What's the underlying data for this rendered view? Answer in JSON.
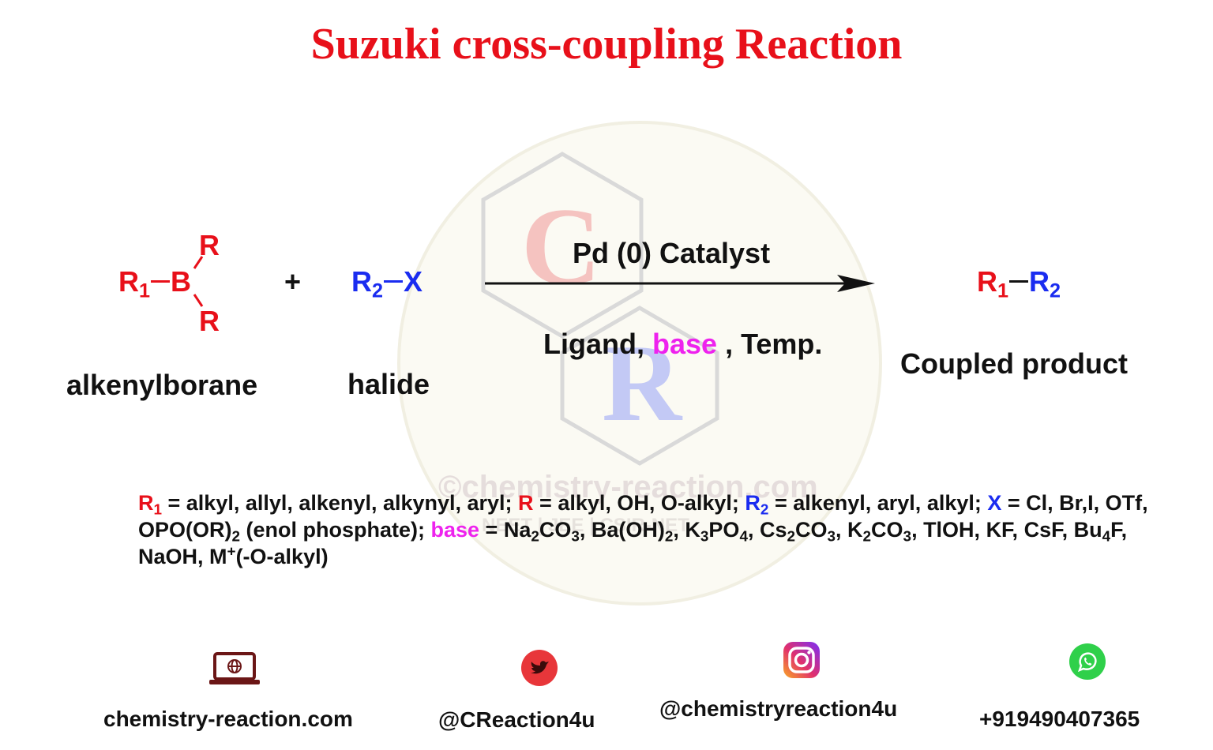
{
  "title": "Suzuki cross-coupling Reaction",
  "reactant1": {
    "r1": "R",
    "r1_sub": "1",
    "boron": "B",
    "r_top": "R",
    "r_bottom": "R",
    "label": "alkenylborane"
  },
  "plus": "+",
  "reactant2": {
    "r2": "R",
    "r2_sub": "2",
    "x": "X",
    "label": "halide"
  },
  "conditions": {
    "above": "Pd (0) Catalyst",
    "below_prefix": "Ligand, ",
    "below_base": "base",
    "below_suffix": " , Temp."
  },
  "product": {
    "r1": "R",
    "r1_sub": "1",
    "r2": "R",
    "r2_sub": "2",
    "label": "Coupled product"
  },
  "definitions": {
    "r1": "R",
    "r1_sub": "1",
    "r1_text": " = alkyl, allyl, alkenyl, alkynyl, aryl; ",
    "r": "R",
    "r_text": " = alkyl, OH, O-alkyl; ",
    "r2": "R",
    "r2_sub": "2",
    "r2_text": " = alkenyl, aryl, alkyl; ",
    "x": "X",
    "x_text_1": " = Cl, Br,I, OTf, OPO(OR)",
    "x_sub": "2",
    "x_text_2": " (enol phosphate); ",
    "base": "base",
    "base_text_1": " = Na",
    "na_sub": "2",
    "base_text_2": "CO",
    "co_sub_1": "3",
    "base_text_3": ", Ba(OH)",
    "ba_sub": "2",
    "base_text_4": ", K",
    "k_sub": "3",
    "base_text_5": "PO",
    "po_sub": "4",
    "base_text_6": ", Cs",
    "cs_sub": "2",
    "base_text_7": "CO",
    "co_sub_2": "3",
    "base_text_8": ", K",
    "k2_sub": "2",
    "base_text_9": "CO",
    "co_sub_3": "3",
    "base_text_10": ", TlOH, KF, CsF, Bu",
    "bu_sub": "4",
    "base_text_11": "F, NaOH, M",
    "m_sup": "+",
    "base_text_12": "(-O-alkyl)"
  },
  "watermark": {
    "letter_top": "C",
    "letter_bottom": "R",
    "site": "©chemistry-reaction.com",
    "tagline": "NEET | JEE | CSIR-NET"
  },
  "footer": {
    "website": "chemistry-reaction.com",
    "twitter": "@CReaction4u",
    "instagram": "@chemistryreaction4u",
    "phone": "+919490407365"
  },
  "colors": {
    "red": "#e8101a",
    "blue": "#1a2cf0",
    "magenta": "#ee22ee",
    "twitter_bg": "#e8363a",
    "whatsapp_bg": "#2fd04a"
  }
}
